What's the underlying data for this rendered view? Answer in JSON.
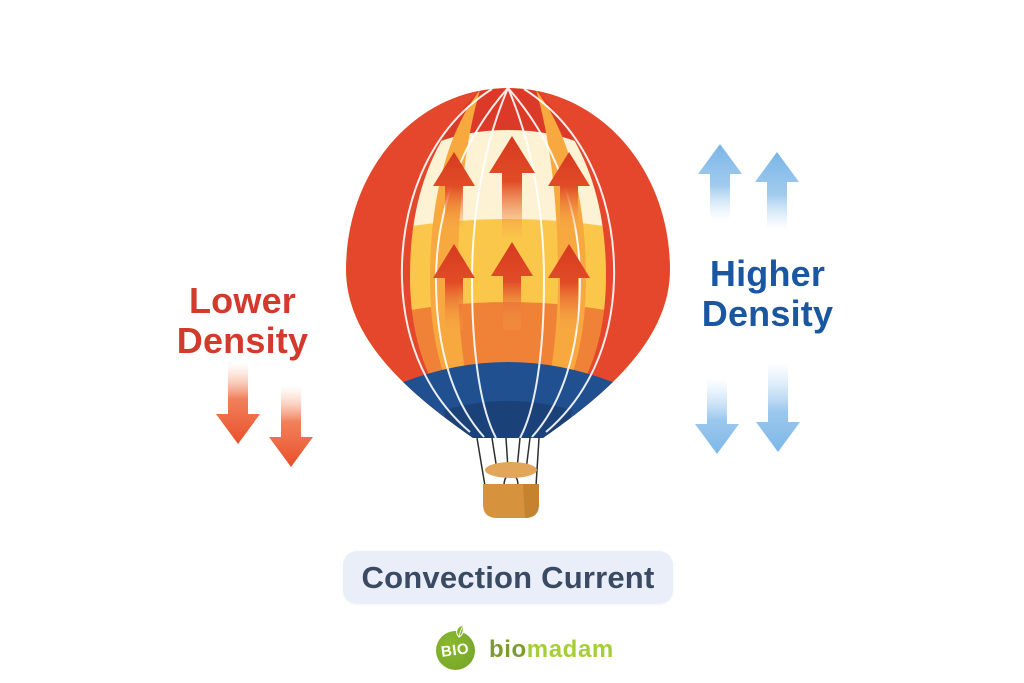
{
  "diagram": {
    "subject": "hot-air-balloon-convection",
    "background_color": "#ffffff"
  },
  "left_annotation": {
    "line1": "Lower",
    "line2": "Density",
    "text_color": "#d23a2c",
    "arrow_direction": "down",
    "arrow_count": 2,
    "arrow_color": "#e8502b"
  },
  "right_annotation": {
    "line1": "Higher",
    "line2": "Density",
    "text_color": "#1a57a0",
    "up_arrow_count": 2,
    "down_arrow_count": 2,
    "arrow_color": "#7db7e8"
  },
  "caption": {
    "text": "Convection Current",
    "text_color": "#3a4a63",
    "background": "#e9eef8"
  },
  "balloon": {
    "inner_arrow_count": 6,
    "inner_arrow_direction": "up",
    "inner_arrow_color": "#dc3e22",
    "envelope_cream": "#fdf2d3",
    "envelope_yellow": "#fbc74b",
    "envelope_orange": "#f08238",
    "envelope_red": "#e4472c",
    "envelope_cap_red": "#da3a27",
    "base_blue": "#20508f",
    "base_blue_dark": "#1b4278",
    "basket_tan": "#d6923d",
    "basket_rim": "#e2a65a"
  },
  "logo": {
    "badge_text": "BIO",
    "brand_part1": "bio",
    "brand_part2": "madam",
    "badge_color": "#79a82c",
    "part1_color": "#7d9c2f",
    "part2_color": "#a6ce3a"
  }
}
